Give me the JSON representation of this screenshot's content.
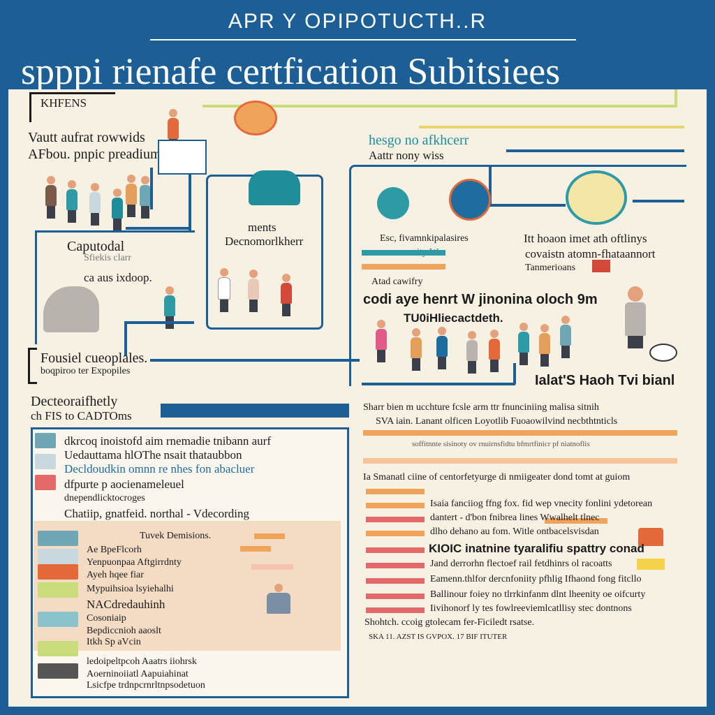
{
  "header": {
    "supertitle": "APR Y OPIPOTUCTH..R",
    "title": "spppi rienafe certfication Subitsiees"
  },
  "top_left": {
    "tag": "KHFENS",
    "heading_1": "Vautt aufrat rowwids",
    "heading_2": "AFbou. pnpic preadium"
  },
  "left_panel": {
    "title": "Caputodal",
    "line_1": "Sfiekis clarr",
    "line_2": "ca aus ixdoop."
  },
  "center_panel": {
    "line_1": "ments",
    "line_2": "Decnomorlkherr"
  },
  "right_heading": {
    "line_1": "hesgo no afkhcerr",
    "line_2": "Aattr nony wiss"
  },
  "right_panel": {
    "col1_line_1": "Esc, fivamnkipalasires",
    "col1_line_2": "nity W",
    "col2_line_1": "Itt hoaon imet ath oftlinys",
    "col2_line_2": "covaistn atomn-fhataannort",
    "col2_line_3": "Tanmerioans",
    "mid_line": "Atad cawifry",
    "big_line_1": "codi aye henrt W jinonina oloch 9m",
    "big_line_2": "TU0iHliecactdeth."
  },
  "bottom_left_caption": {
    "line_1": "Fousiel cueoplales.",
    "line_2": "boqpiroo ter Expopiles"
  },
  "right_caption": "Ialat'S Haoh Tvi bianl",
  "section_left": {
    "line_1": "Decteoraifhetly",
    "line_2": "ch FIS to CADTOms"
  },
  "left_list": {
    "rows": [
      "dkrcoq inoistofd aim rnemadie tnibann aurf",
      "Uedauttama hlOThe nsait thataubbon",
      "Decldoudkin omnn re nhes fon abacluer",
      "dfpurte p aocienameleuel",
      "dnependlicktocroges",
      "Chatiip, gnatfeid. northal - Vdecording"
    ],
    "table_rows": [
      "Tuvek Demisions.",
      "Ae BpeFlcorh",
      "Yenpuonpaa Aftgirrdnty",
      "Ayeh hqee fiar",
      "Mypuihsioa lsyiehalhi",
      "NACdredauhinh",
      "Cosoniaip",
      "Bepdiccnioh aaoslt",
      "Itkh Sp aVcin",
      "ledoipeltpcoh Aaatrs iiohrsk",
      "Aoerninoiiatl Aapuiahinat",
      "Lsicfpe trdnpcrnrltnpsodetuon"
    ]
  },
  "section_right": {
    "line_1": "Sharr bien m ucchture fcsle arm ttr fnunciniing malisa sitnih",
    "line_2": "SVA iain. Lanant olficen Loyotlib Fuoaowilvind necbthtnticls",
    "line_3": "soffitnnte sisinoty ov rnuirnsfidtu bfmrtfinicr pf niatnoflis",
    "intro": "Ia Smanatl ciine of centorfetyurge di nmiigeater dond tomt at guiom",
    "rows": [
      "Isaia fanciiog ffng fox. fid wep vnecity fonlini ydetorean",
      "dantert - d'bon fnibrea lines Wwalhelt tlnec",
      "dlho dehano au fom. Witle ontbacelsvisdan",
      "KIOIC inatnine tyaralifiu spattry conad",
      "Jand derrorhn flectoef rail fetdhinrs ol racoatts",
      "Eamenn.thlfor dercnfoniity pfhlig Ifhaond fong fitcllo",
      "Ballinour foiey no tlrrkinfanm dlnt lheenity oe oifcurty",
      "Iivihonorf ly tes fowlreeviemlcatllisy stec dontnons"
    ],
    "footer_1": "Shohtch. ccoig gtolecam fer-Ficiledt rsatse.",
    "footer_2": "SKA 11. AZST IS GVPOX. 17 BIF ITUTER"
  },
  "colors": {
    "frame": "#1d5f95",
    "paper": "#f7f1e3",
    "accent_orange": "#f0a35a",
    "accent_red": "#e26a6a",
    "accent_green": "#c9dc7a",
    "accent_teal": "#1f8e9a"
  }
}
